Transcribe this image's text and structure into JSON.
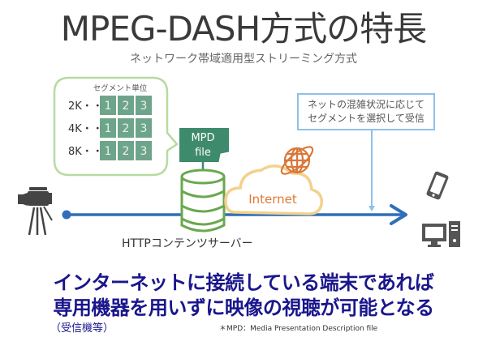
{
  "header": {
    "title": "MPEG-DASH方式の特長",
    "subtitle": "ネットワーク帯域適用型ストリーミング方式"
  },
  "segment_bubble": {
    "title": "セグメント単位",
    "rows": [
      {
        "label": "2K・・",
        "cells": [
          "1",
          "2",
          "3"
        ]
      },
      {
        "label": "4K・・",
        "cells": [
          "1",
          "2",
          "3"
        ]
      },
      {
        "label": "8K・・",
        "cells": [
          "1",
          "2",
          "3"
        ]
      }
    ]
  },
  "mpd_file": {
    "line1": "MPD",
    "line2": "file"
  },
  "internet_label": "Internet",
  "note_box": {
    "line1": "ネットの混雑状況に応じて",
    "line2": "セグメントを選択して受信"
  },
  "server_label": "HTTPコンテンツサーバー",
  "main_message": {
    "line1": "インターネットに接続している端末であれば",
    "line2": "専用機器を用いずに映像の視聴が可能となる"
  },
  "receiver_note": "（受信機等）",
  "footnote": "＊MPD：Media Presentation Description file",
  "icons": [
    "video-camera-icon",
    "database-server-icon",
    "cloud-icon",
    "globe-icon",
    "smartphone-icon",
    "desktop-pc-icon"
  ],
  "colors": {
    "flow_line": "#2f6fb8",
    "segment_cell": "#6ea58a",
    "bubble_border": "#b6dba0",
    "server": "#6aa84f",
    "cloud": "#f2d28c",
    "internet_text": "#e07a35",
    "globe": "#d9773a",
    "note_border": "#8fc0e6",
    "message": "#1a168c"
  }
}
